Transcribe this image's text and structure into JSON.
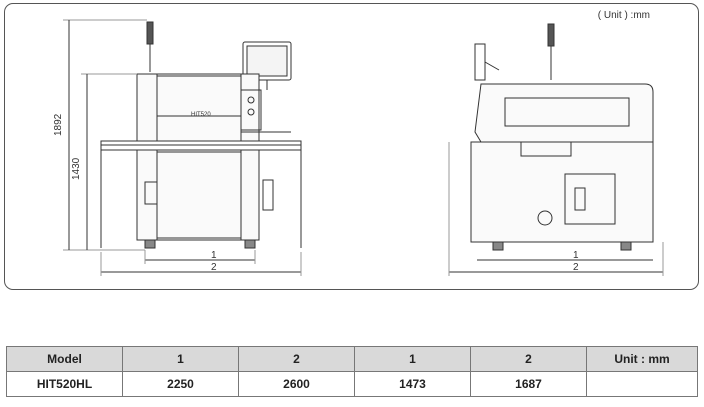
{
  "drawing": {
    "unit_note": "( Unit ) :mm",
    "front_view": {
      "model_label": "HIT520",
      "dim_overall_height": "1892",
      "dim_body_height": "1430",
      "dim_body_width": "1",
      "dim_overall_width": "2"
    },
    "side_view": {
      "dim_body_depth": "1",
      "dim_overall_depth": "2"
    }
  },
  "spec_table": {
    "headers": [
      "Model",
      "1",
      "2",
      "1",
      "2",
      "Unit : mm"
    ],
    "row": [
      "HIT520HL",
      "2250",
      "2600",
      "1473",
      "1687",
      ""
    ]
  }
}
